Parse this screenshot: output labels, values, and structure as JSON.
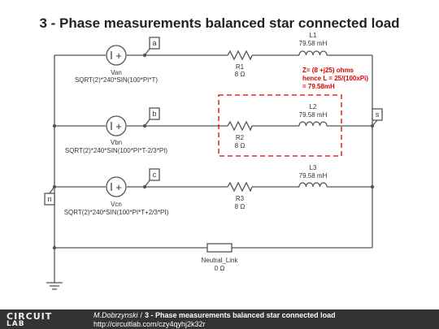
{
  "title": "3 - Phase measurements balanced star connected load",
  "nodes": {
    "a": "a",
    "b": "b",
    "c": "c",
    "s": "s",
    "n": "n"
  },
  "sources": {
    "van": {
      "name": "Van",
      "expr": "SQRT(2)*240*SIN(100*PI*T)"
    },
    "vbn": {
      "name": "Vbn",
      "expr": "SQRT(2)*240*SIN(100*PI*T-2/3*PI)"
    },
    "vcn": {
      "name": "Vcn",
      "expr": "SQRT(2)*240*SIN(100*PI*T+2/3*PI)"
    },
    "plus_symbol": "+"
  },
  "resistors": {
    "r1": {
      "name": "R1",
      "value": "8 Ω"
    },
    "r2": {
      "name": "R2",
      "value": "8 Ω"
    },
    "r3": {
      "name": "R3",
      "value": "8 Ω"
    },
    "neutral": {
      "name": "Neutral_Link",
      "value": "0 Ω"
    }
  },
  "inductors": {
    "l1": {
      "name": "L1",
      "value": "79.58 mH"
    },
    "l2": {
      "name": "L2",
      "value": "79.58 mH"
    },
    "l3": {
      "name": "L3",
      "value": "79.58 mH"
    }
  },
  "annotation": {
    "lines": [
      "Z= (8 +j25) ohms",
      "hence L = 25/(100xPi)",
      "= 79.58mH"
    ],
    "color": "#dd0000"
  },
  "footer": {
    "logo_top": "CIRCUIT",
    "logo_bottom": "LAB",
    "author": "M.Dobrzynski",
    "separator": "/",
    "title": "3 - Phase measurements balanced star connected load",
    "url": "http://circuitlab.com/czy4qyhj2k32r"
  },
  "colors": {
    "wire": "#555555",
    "footer_bg": "#333333"
  }
}
